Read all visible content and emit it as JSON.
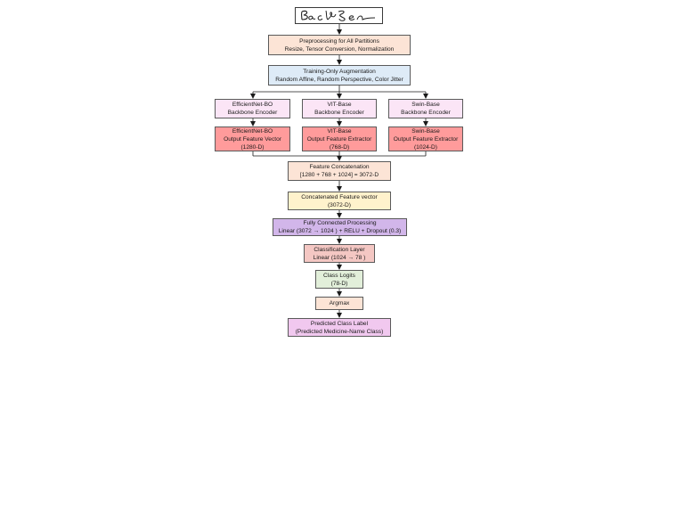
{
  "colors": {
    "preprocessing": "#fce4d6",
    "augmentation": "#deebf7",
    "encoder": "#fbe5f6",
    "features": "#ff9b9b",
    "concatenation": "#fce4d6",
    "concatenated_vector": "#fff2cc",
    "fully_connected": "#d2b6ea",
    "classification": "#f4c7c3",
    "logits": "#e2efda",
    "argmax": "#fce4d6",
    "predicted": "#f1c8ef",
    "border": "#5a5a5a",
    "arrow": "#1a1a1a"
  },
  "title_image": {
    "text": "Bacbsen",
    "kind": "handwritten word sample"
  },
  "nodes": {
    "preprocessing": {
      "line1": "Preprocessing for All Partitions",
      "line2": "Resize, Tensor Conversion, Normalization"
    },
    "augmentation": {
      "line1": "Training-Only Augmentation",
      "line2": "Random Affine, Random Perspective, Color Jitter"
    },
    "encoders": [
      {
        "line1": "EfficientNet-BO",
        "line2": "Backbone Encoder"
      },
      {
        "line1": "VIT-Base",
        "line2": "Backbone Encoder"
      },
      {
        "line1": "Swin-Base",
        "line2": "Backbone Encoder"
      }
    ],
    "features": [
      {
        "line1": "EfficientNet-BO",
        "line2": "Output Feature Vector",
        "line3": "(1280-D)"
      },
      {
        "line1": "VIT-Base",
        "line2": "Output Feature Extractor",
        "line3": "(768-D)"
      },
      {
        "line1": "Swin-Base",
        "line2": "Output Feature Extractor",
        "line3": "(1024-D)"
      }
    ],
    "concatenation": {
      "line1": "Feature Concatenation",
      "line2": "[1280 + 768 + 1024] = 3072-D"
    },
    "concatenated_vector": {
      "line1": "Concatenated Feature vector",
      "line2": "(3072-D)"
    },
    "fully_connected": {
      "line1": "Fully Connected Processing",
      "line2": "Linear (3072 → 1024 ) + RELU + Dropout (0.3)"
    },
    "classification": {
      "line1": "Classification Layer",
      "line2": "Linear (1024 → 78 )"
    },
    "logits": {
      "line1": "Class Logits",
      "line2": "(78-D)"
    },
    "argmax": {
      "line1": "Argmax"
    },
    "predicted": {
      "line1": "Predicted Class Label",
      "line2": "(Predicted Medicine-Name Class)"
    }
  }
}
